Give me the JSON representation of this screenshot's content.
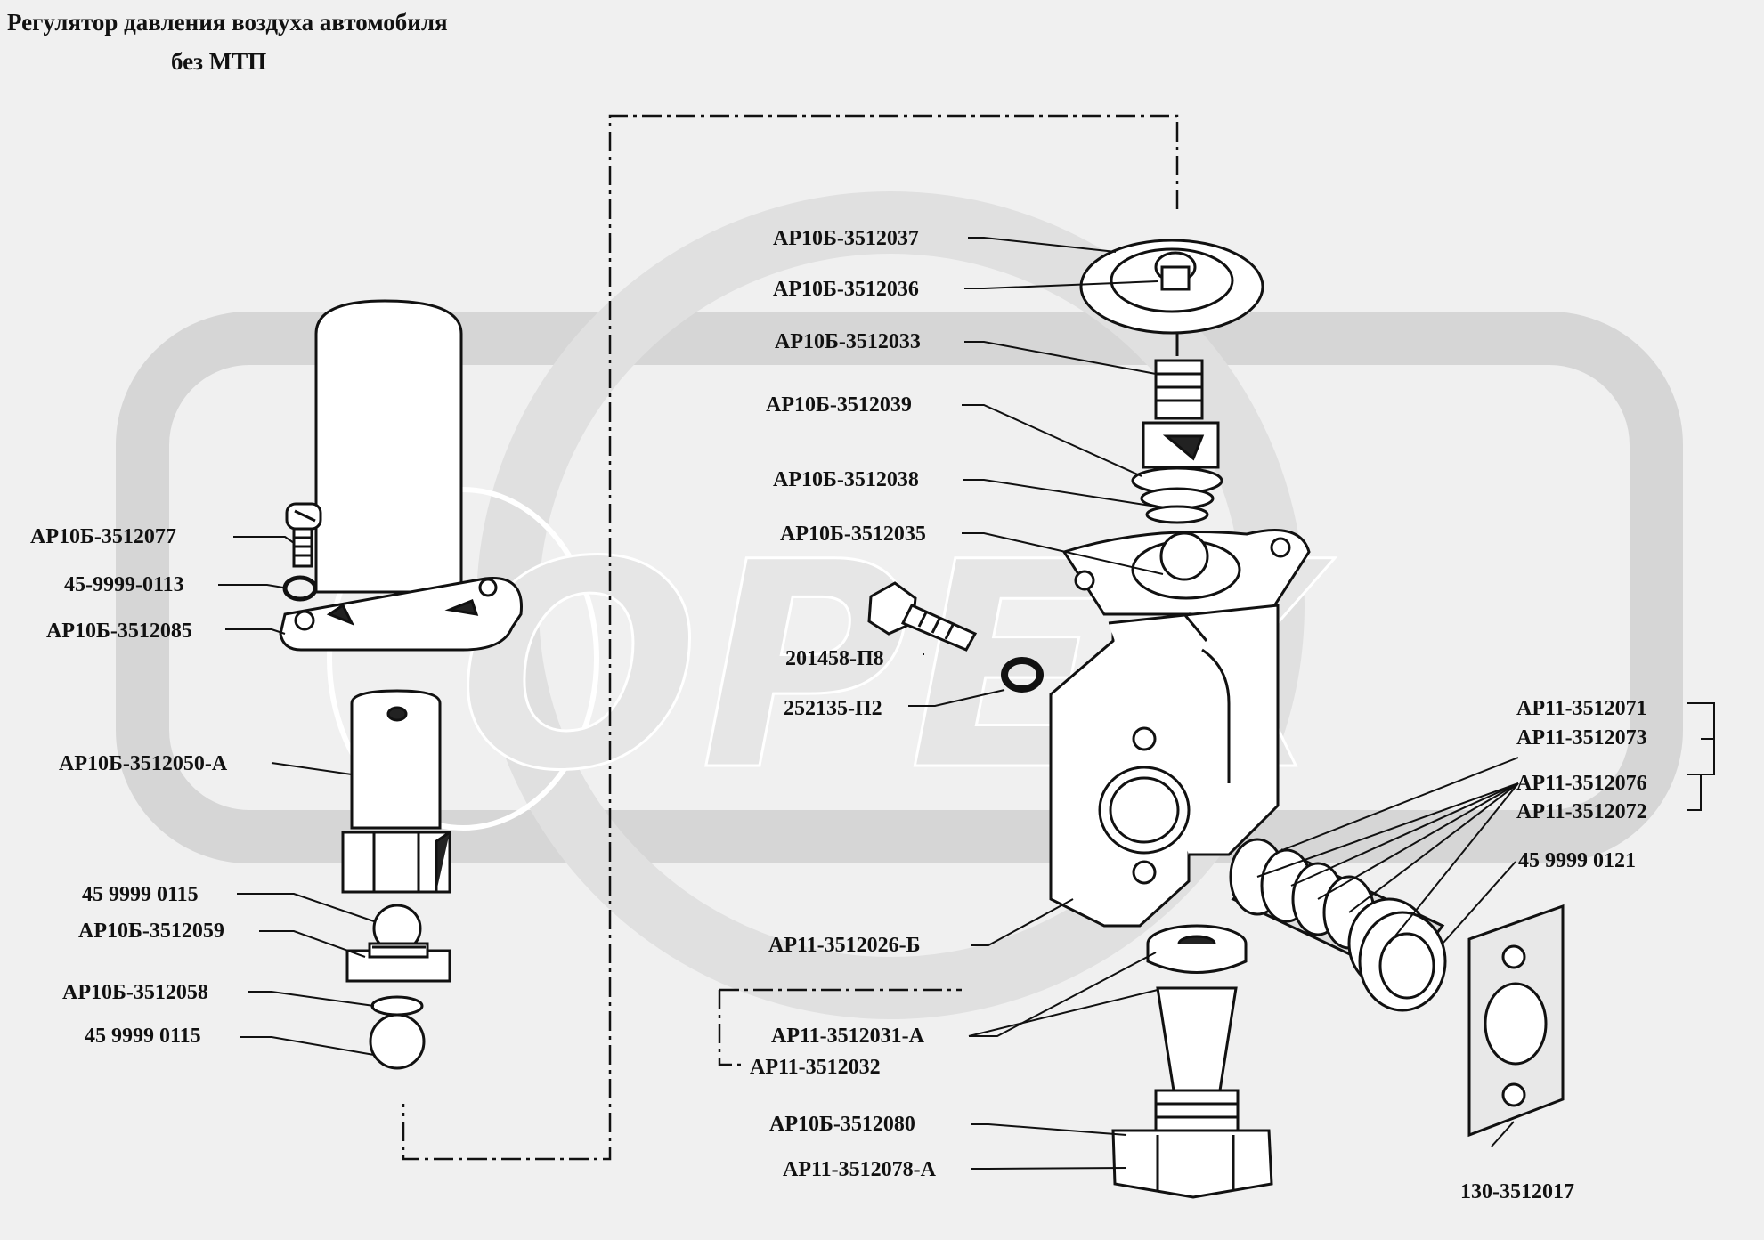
{
  "title": {
    "line1": "Регулятор давления воздуха автомобиля",
    "line2": "без МТП"
  },
  "watermark": "ОРЕХ",
  "parts": {
    "p3512037": "АР10Б-3512037",
    "p3512036": "АР10Б-3512036",
    "p3512033": "АР10Б-3512033",
    "p3512039": "АР10Б-3512039",
    "p3512038": "АР10Б-3512038",
    "p3512035": "АР10Б-3512035",
    "p201458": "201458-П8",
    "p252135": "252135-П2",
    "p3512077": "АР10Б-3512077",
    "p45_0113": "45-9999-0113",
    "p3512085": "АР10Б-3512085",
    "p3512050": "АР10Б-3512050-А",
    "p45_0115a": "45 9999 0115",
    "p3512059": "АР10Б-3512059",
    "p3512058": "АР10Б-3512058",
    "p45_0115b": "45 9999 0115",
    "p3512071": "АР11-3512071",
    "p3512073": "АР11-3512073",
    "p3512076": "АР11-3512076",
    "p3512072": "АР11-3512072",
    "p45_0121": "45 9999 0121",
    "p3512026": "АР11-3512026-Б",
    "p3512031": "АР11-3512031-А",
    "p3512032": "АР11-3512032",
    "p3512080": "АР10Б-3512080",
    "p3512078": "АР11-3512078-А",
    "p130": "130-3512017"
  }
}
